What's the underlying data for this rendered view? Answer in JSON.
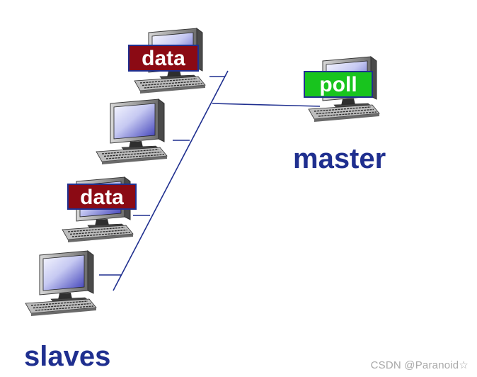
{
  "labels": {
    "master": "master",
    "slaves": "slaves"
  },
  "badges": {
    "poll": "poll",
    "data_top": "data",
    "data_mid": "data"
  },
  "watermark": "CSDN @Paranoid☆",
  "colors": {
    "bus_line": "#1f2f8f",
    "label_blue": "#1f2f8f",
    "data_badge": "#8b0a14",
    "poll_badge": "#18c41e",
    "badge_border": "#1f2f8f"
  }
}
